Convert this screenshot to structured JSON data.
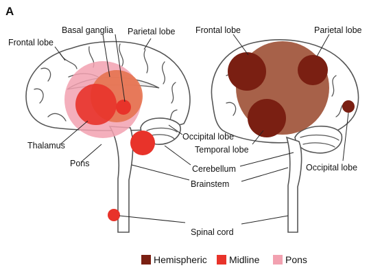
{
  "panel_label": "A",
  "colors": {
    "hemispheric": "#7a1f12",
    "midline": "#e8332a",
    "pons": "#f2a1b0",
    "basal_ganglia": "#e5734f",
    "right_brain_fill": "#a0543a"
  },
  "left_labels": {
    "frontal": "Frontal lobe",
    "basal_ganglia": "Basal ganglia",
    "parietal": "Parietal lobe",
    "thalamus": "Thalamus",
    "pons": "Pons"
  },
  "right_labels": {
    "frontal": "Frontal lobe",
    "parietal": "Parietal lobe",
    "occipital_top": "Occipital lobe",
    "temporal": "Temporal lobe",
    "occipital_bottom": "Occipital lobe"
  },
  "shared_labels": {
    "cerebellum": "Cerebellum",
    "brainstem": "Brainstem",
    "spinal_cord": "Spinal cord"
  },
  "legend": [
    {
      "label": "Hemispheric",
      "color": "#7a1f12"
    },
    {
      "label": "Midline",
      "color": "#e8332a"
    },
    {
      "label": "Pons",
      "color": "#f2a1b0"
    }
  ]
}
